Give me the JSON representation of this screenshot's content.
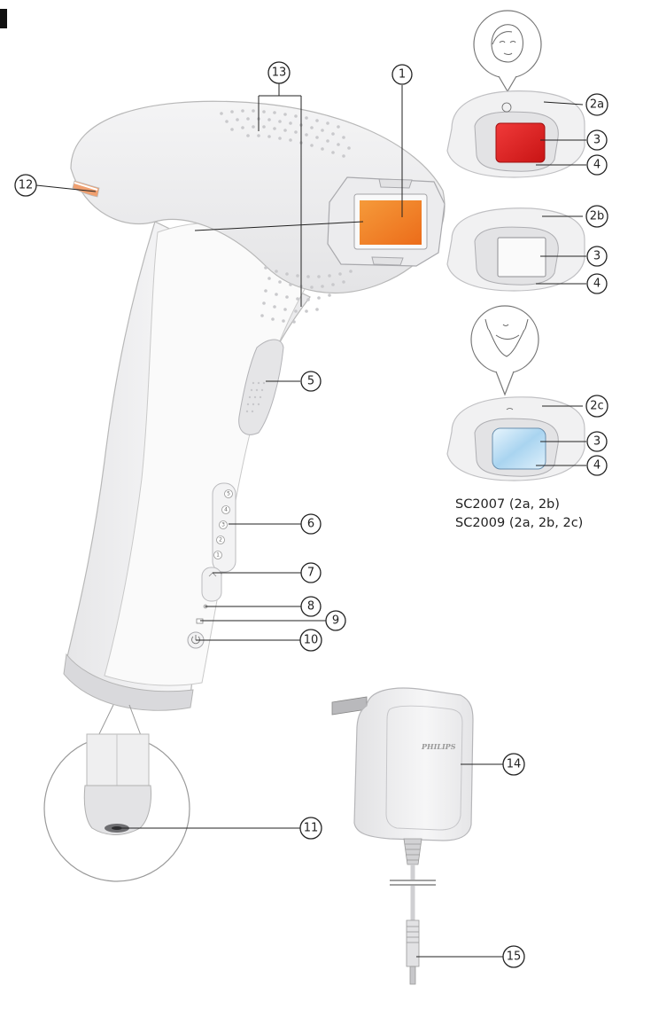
{
  "callouts": {
    "c1": "1",
    "c2a": "2a",
    "c2b": "2b",
    "c2c": "2c",
    "c3a": "3",
    "c3b": "3",
    "c3c": "3",
    "c4a": "4",
    "c4b": "4",
    "c4c": "4",
    "c5": "5",
    "c6": "6",
    "c7": "7",
    "c8": "8",
    "c9": "9",
    "c10": "10",
    "c11": "11",
    "c12": "12",
    "c13": "13",
    "c14": "14",
    "c15": "15"
  },
  "models": {
    "line1": "SC2007 (2a, 2b)",
    "line2": "SC2009 (2a, 2b, 2c)"
  },
  "adapter": {
    "brand": "PHILIPS"
  },
  "intensity_levels": [
    "5",
    "4",
    "3",
    "2",
    "1"
  ],
  "colors": {
    "device_body": "#efeff0",
    "window_orange": "#f07a26",
    "window_red": "#e02020",
    "window_blue": "#bfe0f5",
    "line": "#222222"
  }
}
